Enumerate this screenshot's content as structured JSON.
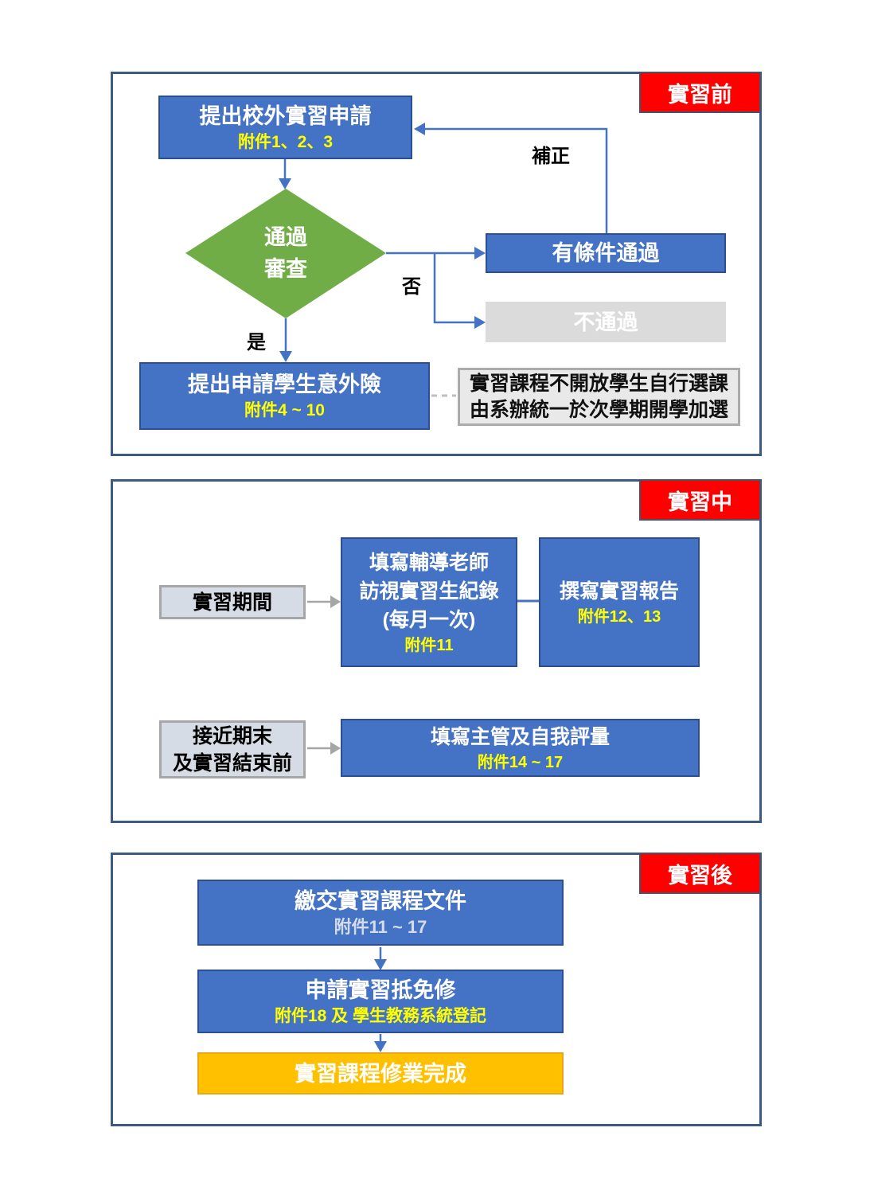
{
  "pre": {
    "tab": "實習前",
    "apply_title": "提出校外實習申請",
    "apply_subtitle": "附件1、2、3",
    "decision_line1": "通過",
    "decision_line2": "審查",
    "supplement_label": "補正",
    "no_label": "否",
    "yes_label": "是",
    "conditional_pass": "有條件通過",
    "fail": "不通過",
    "insurance_title": "提出申請學生意外險",
    "insurance_subtitle": "附件4 ~ 10",
    "note_line1": "實習課程不開放學生自行選課",
    "note_line2": "由系辦統一於次學期開學加選"
  },
  "during": {
    "tab": "實習中",
    "period_label": "實習期間",
    "visit_line1": "填寫輔導老師",
    "visit_line2": "訪視實習生紀錄",
    "visit_line3": "(每月一次)",
    "visit_subtitle": "附件11",
    "report_title": "撰寫實習報告",
    "report_subtitle": "附件12、13",
    "nearend_line1": "接近期末",
    "nearend_line2": "及實習結束前",
    "eval_title": "填寫主管及自我評量",
    "eval_subtitle": "附件14 ~ 17"
  },
  "post": {
    "tab": "實習後",
    "submit_title": "繳交實習課程文件",
    "submit_subtitle": "附件11 ~ 17",
    "credit_title": "申請實習抵免修",
    "credit_subtitle": "附件18 及 學生教務系統登記",
    "complete": "實習課程修業完成"
  },
  "colors": {
    "box_blue": "#4472C4",
    "box_blue_border": "#2C4F93",
    "diamond_green": "#70AD47",
    "tab_red": "#FF0000",
    "fail_gray": "#DBDBDB",
    "note_fill": "#E9E9E9",
    "note_border": "#ABABAB",
    "gray_label_fill": "#D6DCE5",
    "gray_label_border": "#A6A6A6",
    "orange_fill": "#FFC000",
    "orange_border": "#E6A817",
    "yellow_text": "#FFFF00",
    "arrow_blue": "#4472C4",
    "arrow_gray": "#A6A6A6",
    "panel_border": "#3D5A87"
  }
}
